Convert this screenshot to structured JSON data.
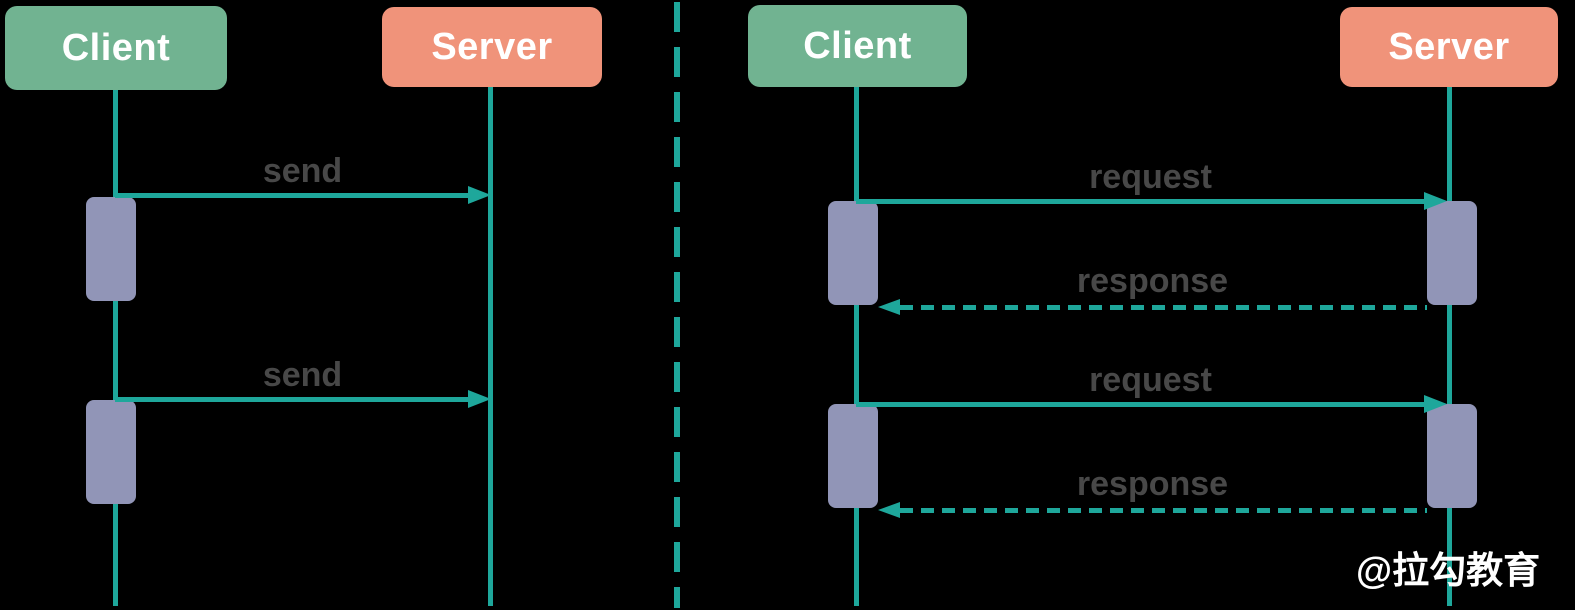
{
  "diagram": {
    "type": "sequence-diagram-comparison",
    "left_panel": {
      "actors": [
        {
          "name": "client",
          "label": "Client"
        },
        {
          "name": "server",
          "label": "Server"
        }
      ],
      "messages": [
        {
          "label": "send",
          "style": "solid",
          "from": "client",
          "to": "server"
        },
        {
          "label": "send",
          "style": "solid",
          "from": "client",
          "to": "server"
        }
      ]
    },
    "right_panel": {
      "actors": [
        {
          "name": "client",
          "label": "Client"
        },
        {
          "name": "server",
          "label": "Server"
        }
      ],
      "messages": [
        {
          "label": "request",
          "style": "solid",
          "from": "client",
          "to": "server"
        },
        {
          "label": "response",
          "style": "dashed",
          "from": "server",
          "to": "client"
        },
        {
          "label": "request",
          "style": "solid",
          "from": "client",
          "to": "server"
        },
        {
          "label": "response",
          "style": "dashed",
          "from": "server",
          "to": "client"
        }
      ]
    },
    "watermark": "@拉勾教育",
    "colors": {
      "actor_client": "#71b391",
      "actor_server": "#f0937a",
      "lifeline": "#1ea79b",
      "activation": "#9195b7",
      "message_text": "#484848",
      "actor_text": "#ffffff",
      "background": "#000000"
    }
  }
}
